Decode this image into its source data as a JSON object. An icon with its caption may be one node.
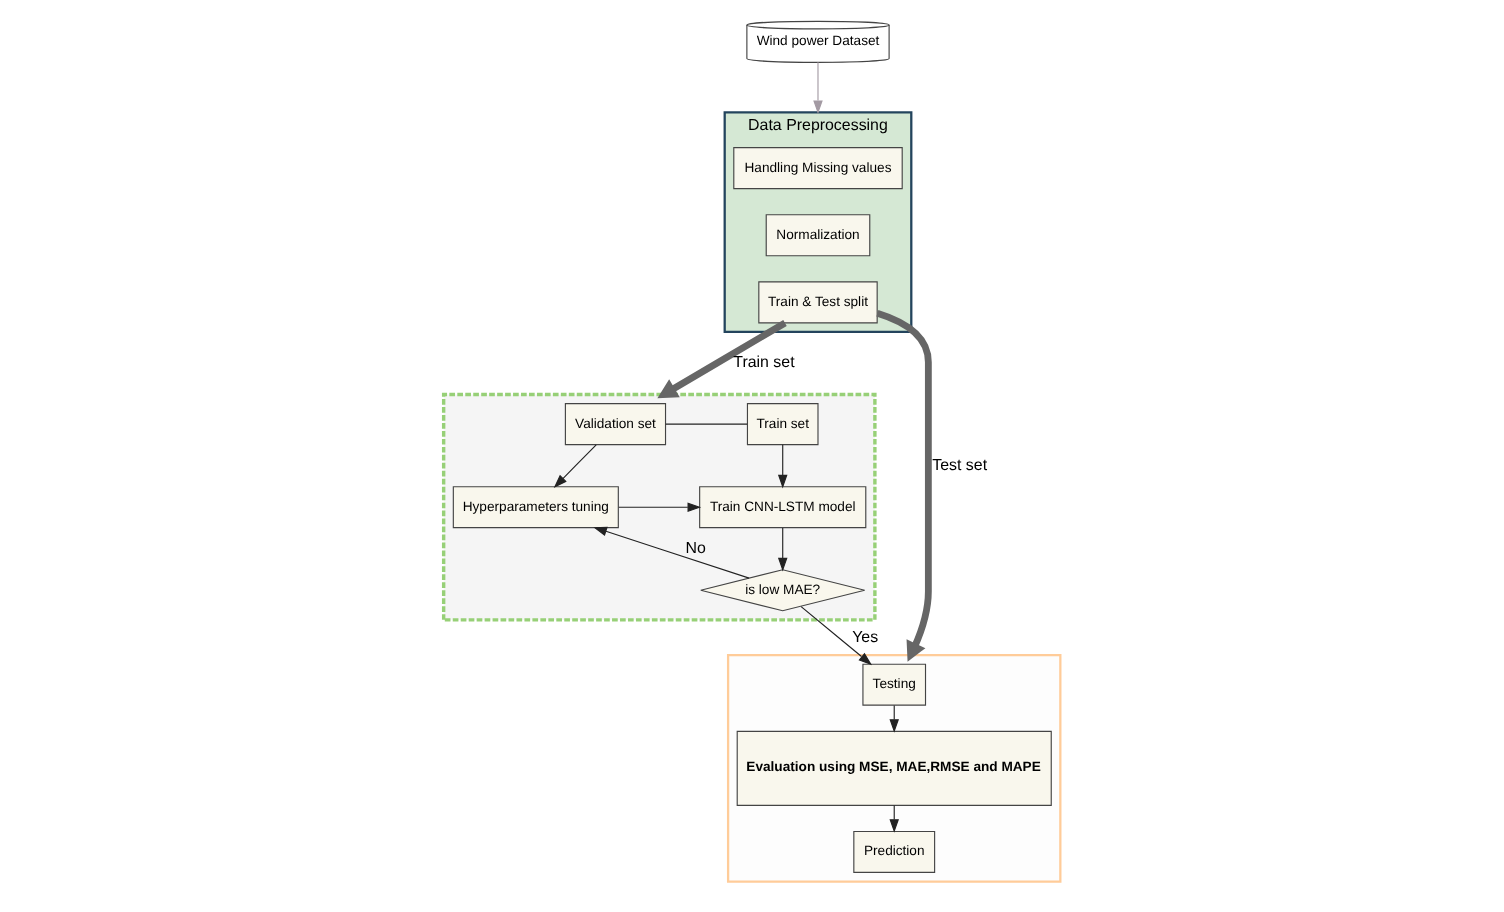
{
  "diagram": {
    "nodes": [
      {
        "text": [
          "Wind power Dataset"
        ]
      },
      {
        "text": [
          "Data Preprocessing"
        ]
      },
      {
        "text": [
          "Handling Missing values"
        ],
        "in": 1
      },
      {
        "text": [
          "Normalization"
        ],
        "in": 1
      },
      {
        "text": [
          "Train & Test split"
        ],
        "in": 1
      },
      {
        "text": [],
        "shape": "box"
      },
      {
        "text": [
          "Validation set"
        ],
        "in": 5
      },
      {
        "text": [
          "Train set"
        ],
        "in": 5
      },
      {
        "text": [
          "Hyperparameters tuning"
        ],
        "in": 5
      },
      {
        "text": [
          "Train CNN-LSTM model"
        ],
        "in": 5
      },
      {
        "text": [
          "is low MAE?"
        ],
        "in": 5
      },
      {
        "text": [],
        "shape": "box"
      },
      {
        "text": [
          "Testing"
        ],
        "in": 11
      },
      {
        "text": [
          "Evaluation using MSE, MAE,RMSE and MAPE"
        ],
        "in": 11
      },
      {
        "text": [
          "Prediction"
        ],
        "in": 11
      }
    ],
    "edges": [
      {
        "from": 0,
        "to": 1,
        "arrow": "to",
        "color": "#a39aa3"
      },
      {
        "from": 4,
        "to": 5,
        "arrow": "to",
        "label": "Train set",
        "style": "thick",
        "color": "#666666"
      },
      {
        "from": 4,
        "to": 11,
        "arrow": "to",
        "label": "Test set",
        "style": "thick",
        "color": "#666666"
      },
      {
        "from": 6,
        "to": 7,
        "arrow": "none"
      },
      {
        "from": 6,
        "to": 8,
        "arrow": "to"
      },
      {
        "from": 7,
        "to": 9,
        "arrow": "to"
      },
      {
        "from": 8,
        "to": 9,
        "arrow": "to"
      },
      {
        "from": 9,
        "to": 10,
        "arrow": "to"
      },
      {
        "from": 10,
        "to": 8,
        "arrow": "to",
        "label": "No"
      },
      {
        "from": 10,
        "to": 12,
        "arrow": "to",
        "label": "Yes"
      },
      {
        "from": 12,
        "to": 13,
        "arrow": "to"
      },
      {
        "from": 13,
        "to": 14,
        "arrow": "to"
      }
    ]
  }
}
